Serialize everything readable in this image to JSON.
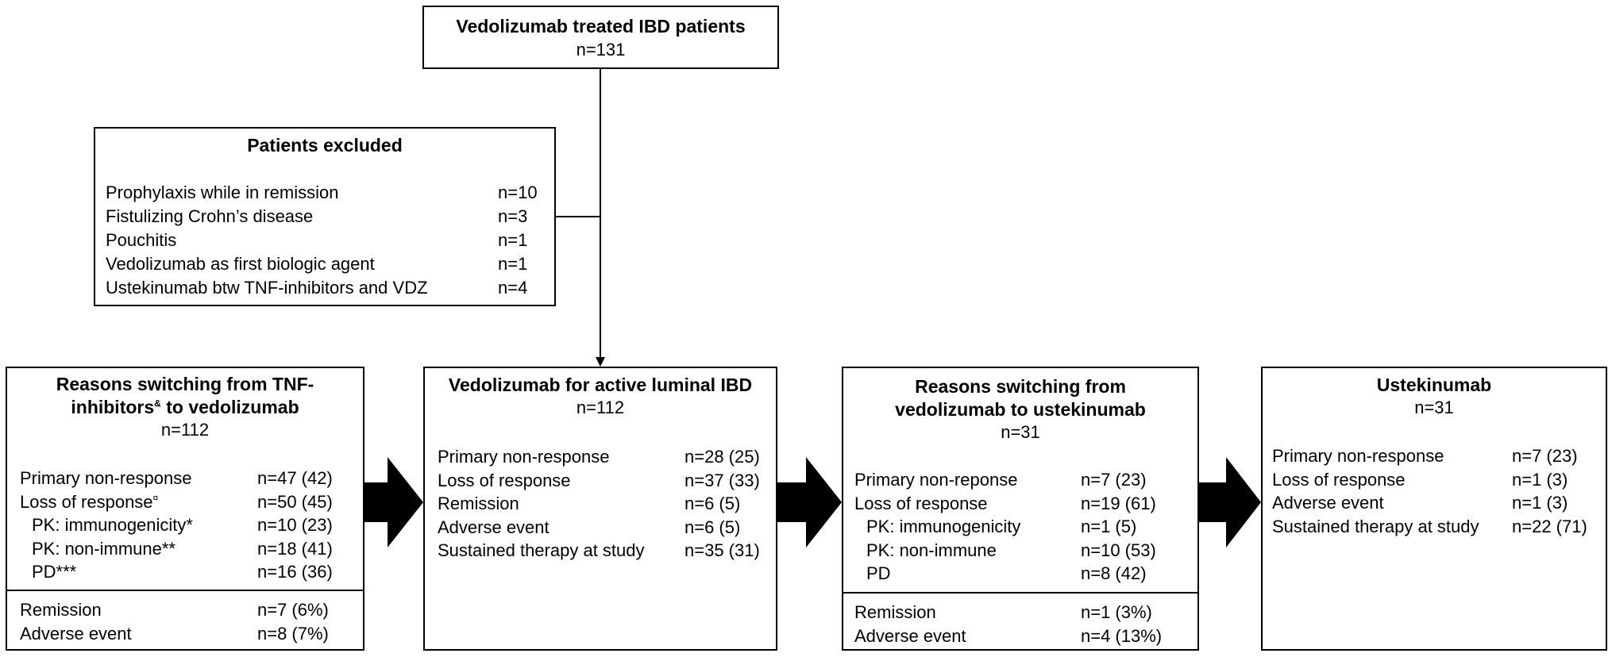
{
  "top_box": {
    "title": "Vedolizumab treated IBD patients",
    "n": "n=131"
  },
  "excluded_box": {
    "title": "Patients excluded",
    "rows": [
      {
        "label": "Prophylaxis while in remission",
        "n": "n=10"
      },
      {
        "label": "Fistulizing Crohn’s disease",
        "n": "n=3"
      },
      {
        "label": "Pouchitis",
        "n": "n=1"
      },
      {
        "label": "Vedolizumab as first biologic agent",
        "n": "n=1"
      },
      {
        "label": "Ustekinumab btw TNF-inhibitors and VDZ",
        "n": "n=4"
      }
    ]
  },
  "tnf_box": {
    "title_line1": "Reasons switching from TNF-",
    "title_line2a": "inhibitors",
    "title_sup": "&",
    "title_line2b": " to vedolizumab",
    "n": "n=112",
    "rows": [
      {
        "label": "Primary non-response",
        "n": "n=47 (42)"
      },
      {
        "label": "Loss of response",
        "label_sup": "¤",
        "n": "n=50 (45)"
      },
      {
        "label": "PK: immunogenicity*",
        "n": "n=10 (23)"
      },
      {
        "label": "PK: non-immune**",
        "n": "n=18 (41)"
      },
      {
        "label": "PD***",
        "n": "n=16 (36)"
      }
    ],
    "bottom_rows": [
      {
        "label": "Remission",
        "n": "n=7 (6%)"
      },
      {
        "label": "Adverse event",
        "n": "n=8 (7%)"
      }
    ]
  },
  "vdz_box": {
    "title": "Vedolizumab for active luminal IBD",
    "n": "n=112",
    "rows": [
      {
        "label": "Primary non-response",
        "n": "n=28 (25)"
      },
      {
        "label": "Loss of response",
        "n": "n=37 (33)"
      },
      {
        "label": "Remission",
        "n": "n=6 (5)"
      },
      {
        "label": "Adverse event",
        "n": "n=6 (5)"
      },
      {
        "label": "Sustained therapy at study",
        "n": "n=35 (31)"
      }
    ]
  },
  "vdz_ust_box": {
    "title_line1": "Reasons switching from",
    "title_line2": "vedolizumab to ustekinumab",
    "n": "n=31",
    "rows": [
      {
        "label": "Primary non-reponse",
        "n": "n=7 (23)"
      },
      {
        "label": "Loss of response",
        "n": "n=19 (61)"
      },
      {
        "label": "PK: immunogenicity",
        "n": "n=1 (5)"
      },
      {
        "label": "PK: non-immune",
        "n": "n=10 (53)"
      },
      {
        "label": "PD",
        "n": "n=8 (42)"
      }
    ],
    "bottom_rows": [
      {
        "label": "Remission",
        "n": "n=1 (3%)"
      },
      {
        "label": "Adverse event",
        "n": "n=4 (13%)"
      }
    ]
  },
  "ust_box": {
    "title": "Ustekinumab",
    "n": "n=31",
    "rows": [
      {
        "label": "Primary non-response",
        "n": "n=7 (23)"
      },
      {
        "label": "Loss of response",
        "n": "n=1 (3)"
      },
      {
        "label": "Adverse event",
        "n": "n=1 (3)"
      },
      {
        "label": "Sustained therapy at study",
        "n": "n=22 (71)"
      }
    ]
  }
}
